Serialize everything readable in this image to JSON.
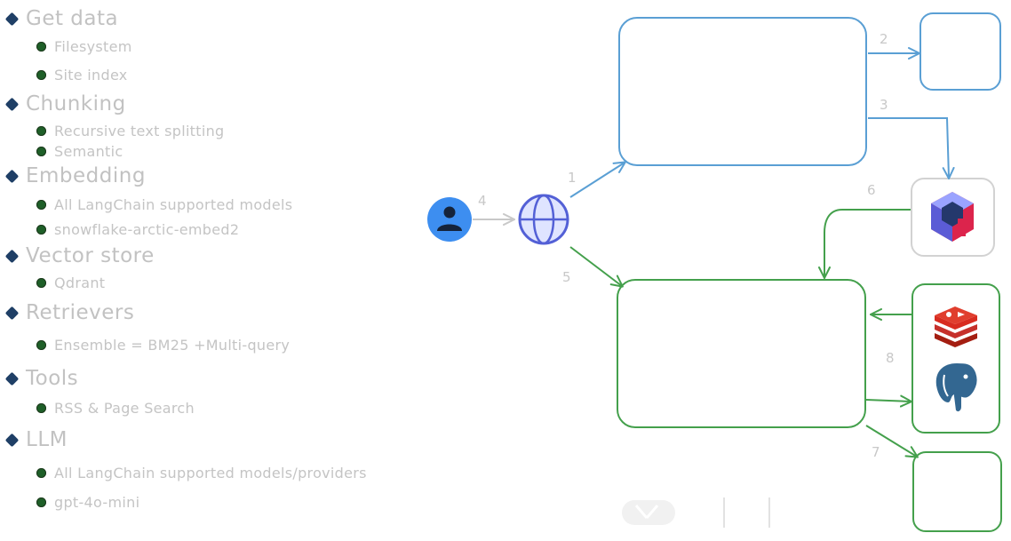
{
  "outline": [
    {
      "title": "Get data",
      "items": [
        "Filesystem",
        "Site index"
      ]
    },
    {
      "title": "Chunking",
      "items": [
        "Recursive text splitting",
        "Semantic"
      ]
    },
    {
      "title": "Embedding",
      "items": [
        "All LangChain supported models",
        "snowflake-arctic-embed2"
      ]
    },
    {
      "title": "Vector store",
      "items": [
        "Qdrant"
      ]
    },
    {
      "title": "Retrievers",
      "items": [
        "Ensemble = BM25 +Multi-query"
      ]
    },
    {
      "title": "Tools",
      "items": [
        "RSS & Page Search"
      ]
    },
    {
      "title": "LLM",
      "items": [
        "All LangChain supported models/providers",
        "gpt-4o-mini"
      ]
    }
  ],
  "colors": {
    "diamond": "#1f3f66",
    "dot": "#1e5f28",
    "blue_flow": "#5a9fd4",
    "green_flow": "#44a04c",
    "user_circle": "#3d8ef0",
    "globe": "#5360d6",
    "grey_arrow": "#c8c8c8"
  },
  "arrow_labels": {
    "a1": "1",
    "a2": "2",
    "a3": "3",
    "a4": "4",
    "a5": "5",
    "a6": "6",
    "a7": "7",
    "a8": "8"
  },
  "icons": {
    "user": "user-icon",
    "globe": "globe-icon",
    "qdrant": "qdrant-logo",
    "redis": "redis-logo",
    "postgres": "postgres-logo",
    "tools": "tools-icon"
  }
}
